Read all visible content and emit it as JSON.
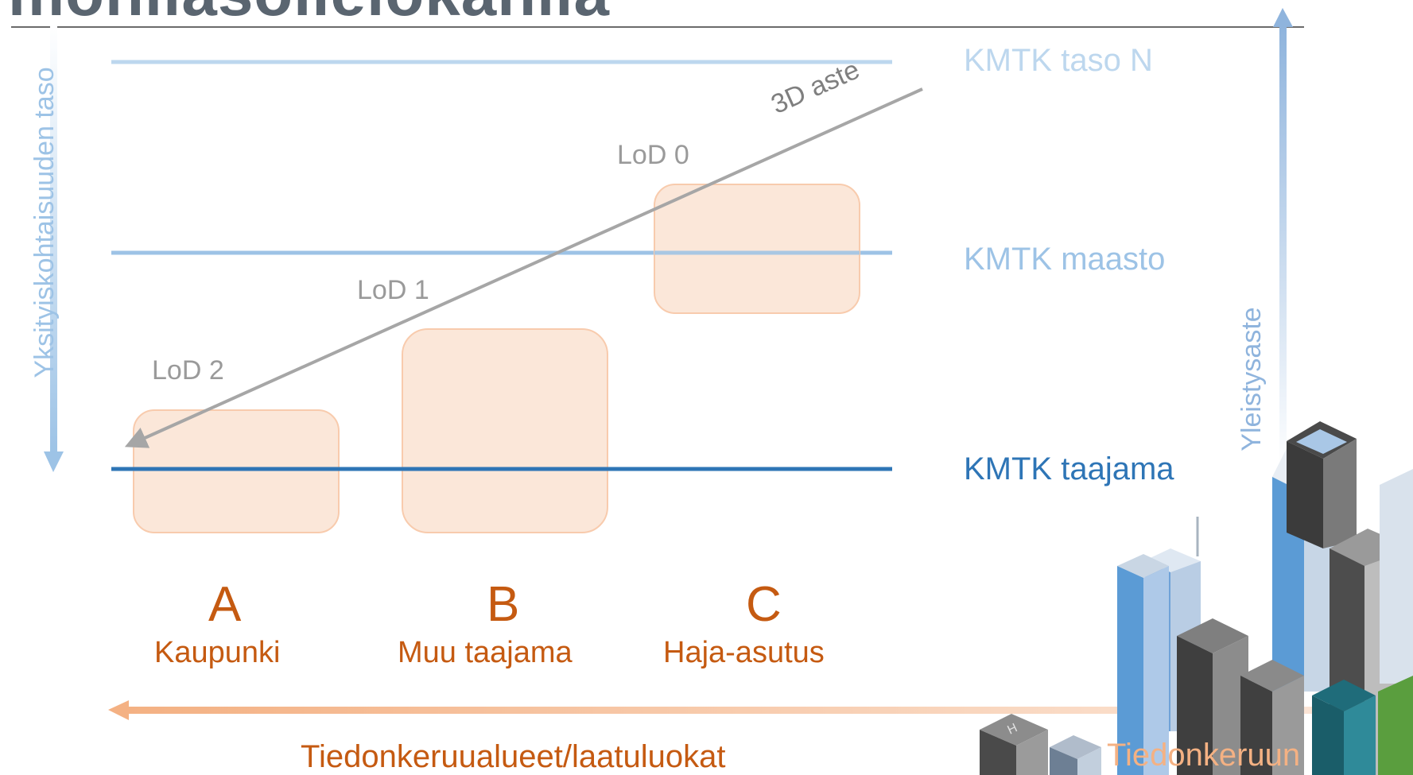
{
  "title": "moniiasoiieiokaniia",
  "left_axis_label": "Yksityiskohtaisuuden taso",
  "right_axis_label": "Yleistysaste",
  "levels": [
    {
      "label": "KMTK taso N",
      "color": "#bdd7ee"
    },
    {
      "label": "KMTK maasto",
      "color": "#9dc3e6"
    },
    {
      "label": "KMTK taajama",
      "color": "#2e75b6"
    }
  ],
  "lod_labels": [
    "LoD 0",
    "LoD 1",
    "LoD 2"
  ],
  "arrow_label": "3D aste",
  "areas": [
    {
      "letter": "A",
      "name": "Kaupunki"
    },
    {
      "letter": "B",
      "name": "Muu taajama"
    },
    {
      "letter": "C",
      "name": "Haja-asutus"
    }
  ],
  "bottom_axis_label": "Tiedonkeruualueet/laatuluokat",
  "collect_label": "Tiedonkeruun",
  "illustration": "city-buildings-illustration",
  "colors": {
    "box_fill": "#fbe5d6",
    "box_stroke": "#f8cbad",
    "accent_orange": "#c55a11",
    "arrow_gray": "#a6a6a6"
  }
}
